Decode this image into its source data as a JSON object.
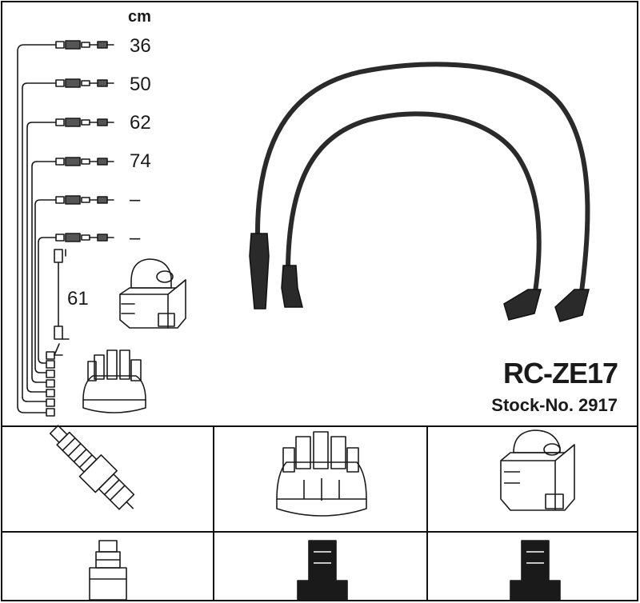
{
  "header": {
    "unit_label": "cm"
  },
  "wires": [
    {
      "length": "36"
    },
    {
      "length": "50"
    },
    {
      "length": "62"
    },
    {
      "length": "74"
    },
    {
      "length": "–"
    },
    {
      "length": "–"
    }
  ],
  "coil_wire": {
    "length": "61"
  },
  "product": {
    "name": "RC-ZE17",
    "stock_number": "Stock-No. 2917"
  },
  "bottom_panels": {
    "row1": [
      "spark-plug",
      "distributor-cap",
      "ignition-coil"
    ],
    "row2": [
      "plug-connector",
      "cap-connector",
      "coil-connector"
    ]
  },
  "colors": {
    "line": "#1a1a1a",
    "cable": "#2a2a2a",
    "background": "#ffffff"
  }
}
